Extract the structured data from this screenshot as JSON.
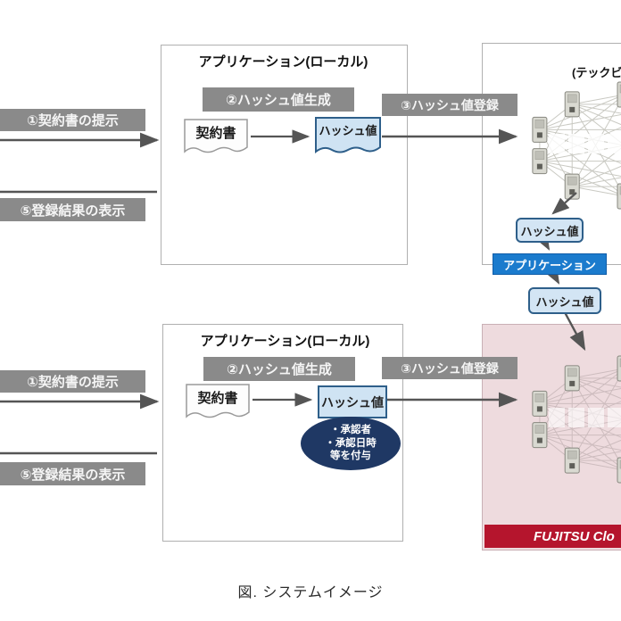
{
  "caption": "図. システムイメージ",
  "colors": {
    "gray_label_bg": "#8a8a8a",
    "blue_app_bar_bg": "#1b7bcd",
    "hash_doc_fill": "#cfe3f3",
    "hash_doc_border": "#2e5f8a",
    "annotation_ellipse_bg": "#1f3864",
    "cloud_bottom_bg": "#eedbde",
    "brand_bar_bg": "#b5152d"
  },
  "top_flow": {
    "step1_label": "①契約書の提示",
    "step5_label": "⑤登録結果の表示",
    "app_box_title": "アプリケーション(ローカル)",
    "step2_label": "②ハッシュ値生成",
    "contract_label": "契約書",
    "hash_label": "ハッシュ値",
    "step3_label": "③ハッシュ値登録",
    "cloud_label": "(テックビ",
    "hash_in_label": "ハッシュ値",
    "app_bar_label": "アプリケーション",
    "hash_out_label": "ハッシュ値"
  },
  "bottom_flow": {
    "step1_label": "①契約書の提示",
    "step5_label": "⑤登録結果の表示",
    "app_box_title": "アプリケーション(ローカル)",
    "step2_label": "②ハッシュ値生成",
    "contract_label": "契約書",
    "hash_label": "ハッシュ値",
    "step3_label": "③ハッシュ値登録",
    "annotation": {
      "line1": "・承認者",
      "line2": "・承認日時",
      "line3": "等を付与"
    },
    "brand_label": "FUJITSU Clo"
  }
}
